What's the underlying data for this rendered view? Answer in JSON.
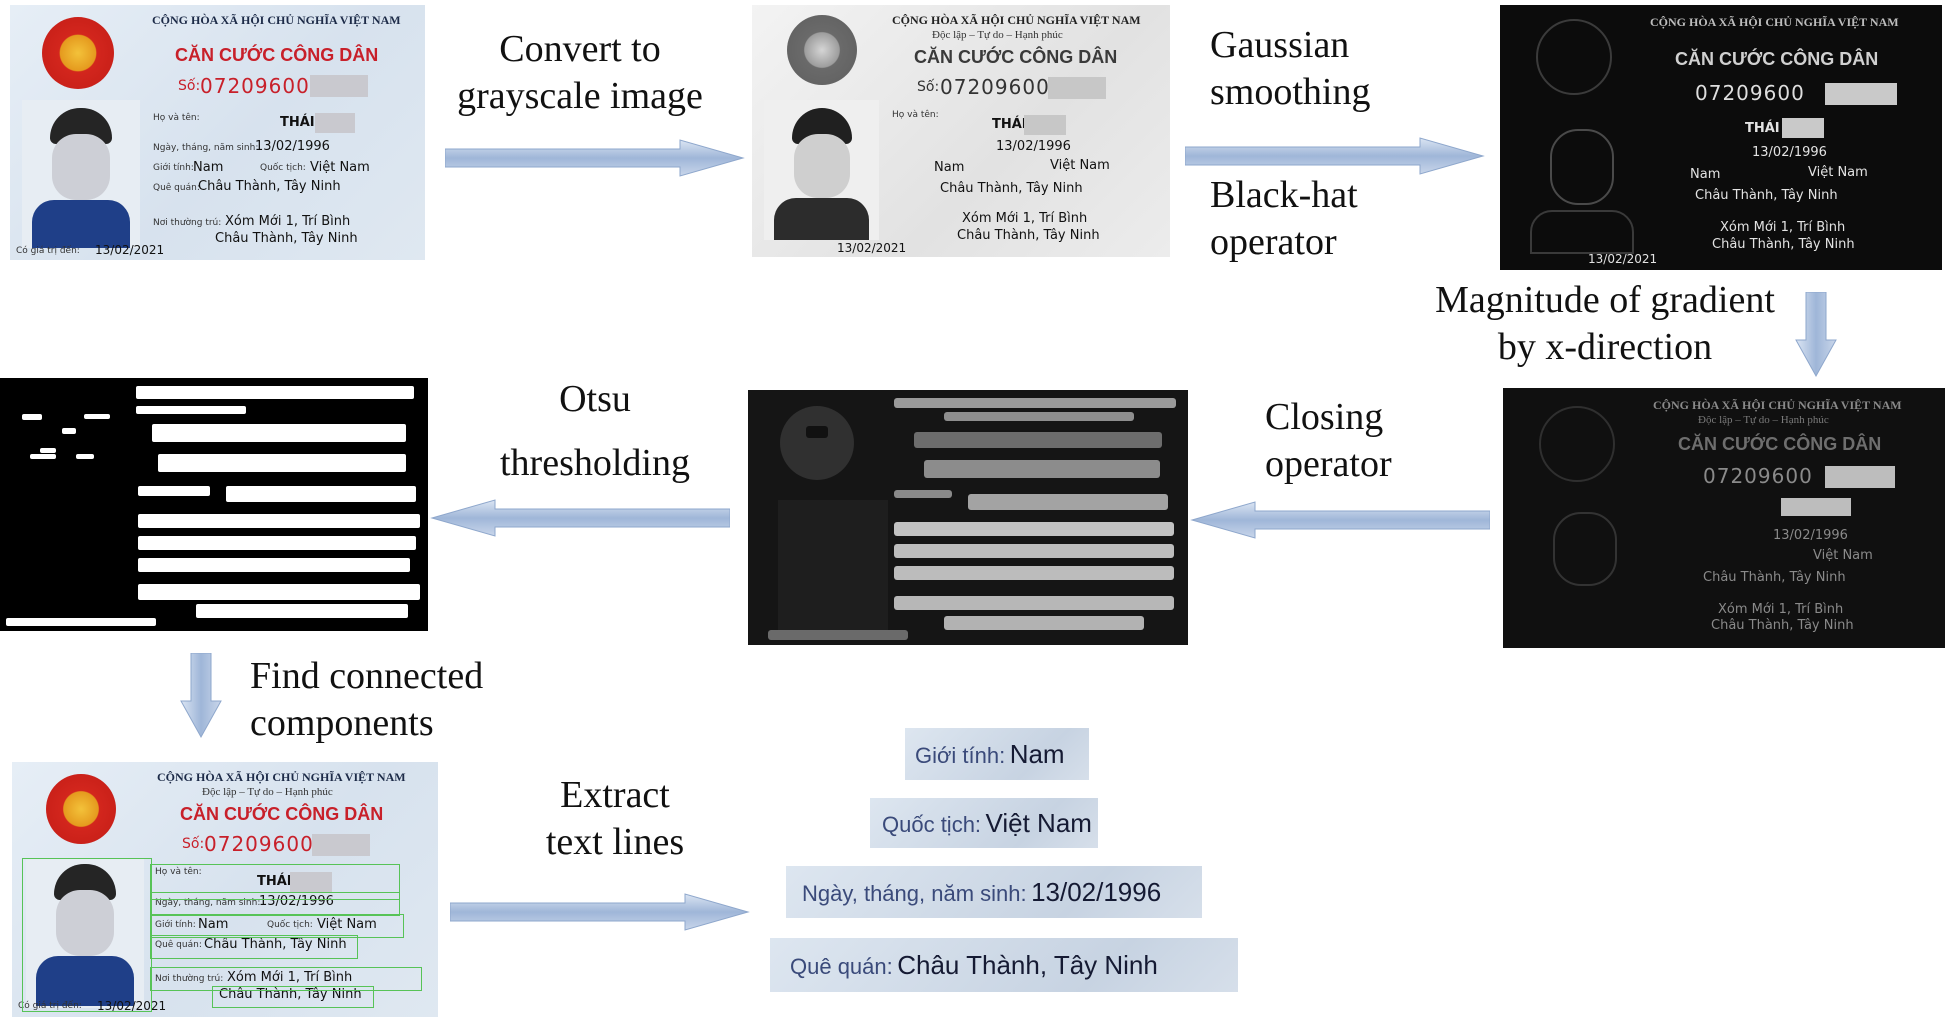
{
  "steps": {
    "grayscale": "Convert to grayscale image",
    "grayscale_lines": [
      "Convert to",
      "grayscale image"
    ],
    "gaussian_lines": [
      "Gaussian",
      "smoothing"
    ],
    "blackhat_lines": [
      "Black-hat",
      "operator"
    ],
    "gradient_lines": [
      "Magnitude of gradient",
      "by x-direction"
    ],
    "closing_lines": [
      "Closing",
      "operator"
    ],
    "otsu_lines": [
      "Otsu",
      "thresholding"
    ],
    "connected_lines": [
      "Find connected",
      "components"
    ],
    "extract_lines": [
      "Extract",
      "text lines"
    ]
  },
  "card": {
    "header1": "CỘNG HÒA XÃ HỘI CHỦ NGHĨA VIỆT NAM",
    "header2": "Độc lập – Tự do – Hạnh phúc",
    "title": "CĂN CƯỚC CÔNG DÂN",
    "number_label": "Số:",
    "number": "07209600",
    "name_label": "Họ và tên:",
    "name": "THÁI",
    "dob_label": "Ngày, tháng, năm sinh:",
    "dob": "13/02/1996",
    "sex_label": "Giới tính:",
    "sex": "Nam",
    "nationality_label": "Quốc tịch:",
    "nationality": "Việt Nam",
    "origin_label": "Quê quán:",
    "origin": "Châu Thành, Tây Ninh",
    "residence_label": "Nơi thường trú:",
    "residence1": "Xóm Mới 1, Trí Bình",
    "residence2": "Châu Thành, Tây Ninh",
    "expiry_label": "Có giá trị đến:",
    "expiry": "13/02/2021"
  },
  "extracted": [
    {
      "label": "Giới tính:",
      "value": "Nam"
    },
    {
      "label": "Quốc tịch:",
      "value": "Việt Nam"
    },
    {
      "label": "Ngày, tháng, năm sinh:",
      "value": "13/02/1996"
    },
    {
      "label": "Quê quán:",
      "value": "Châu Thành, Tây Ninh"
    }
  ],
  "colors": {
    "arrow": "#9fb6d8",
    "title_red": "#c8202a",
    "box_green": "#57c357"
  }
}
